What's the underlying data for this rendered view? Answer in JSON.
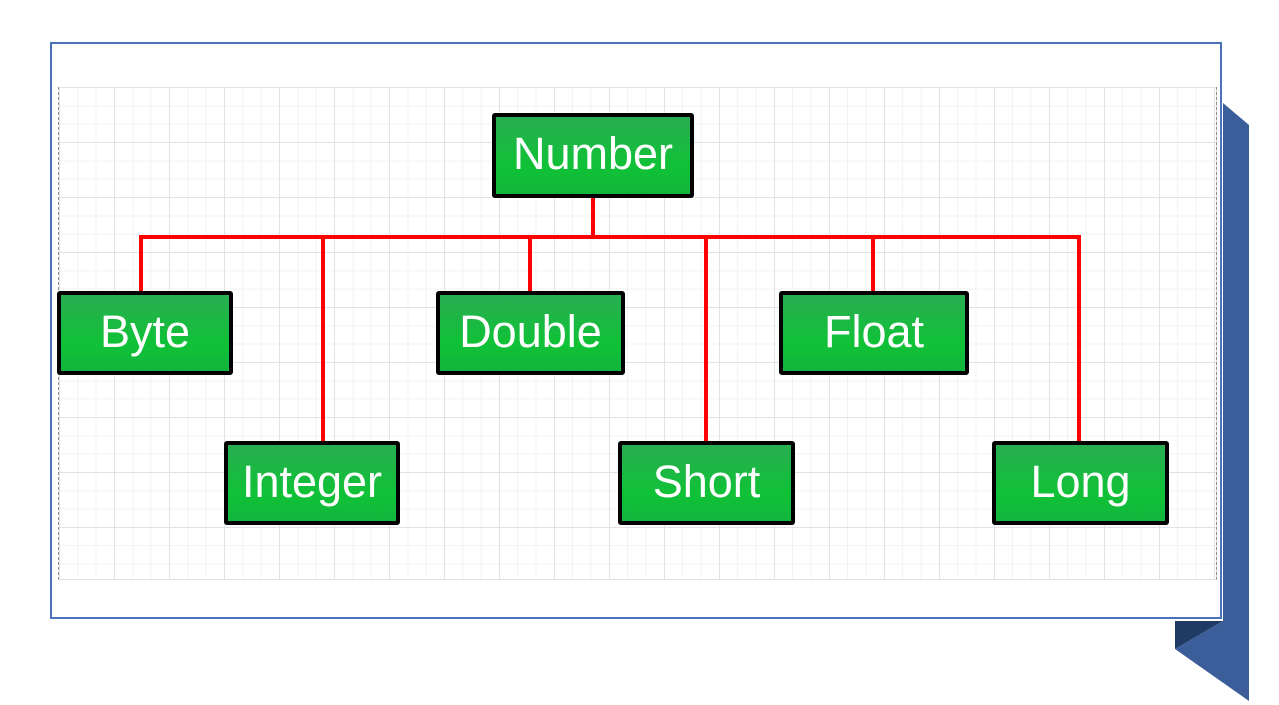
{
  "diagram": {
    "description": "Hierarchy tree of Number wrapper types drawn on a gridded drawing canvas inside a white slide with a blue ribbon bookmark on the right edge",
    "root": "Number",
    "nodes": [
      {
        "id": "number",
        "label": "Number"
      },
      {
        "id": "byte",
        "label": "Byte"
      },
      {
        "id": "double",
        "label": "Double"
      },
      {
        "id": "float",
        "label": "Float"
      },
      {
        "id": "integer",
        "label": "Integer"
      },
      {
        "id": "short",
        "label": "Short"
      },
      {
        "id": "long",
        "label": "Long"
      }
    ],
    "edges": [
      {
        "from": "number",
        "to": "byte"
      },
      {
        "from": "number",
        "to": "integer"
      },
      {
        "from": "number",
        "to": "double"
      },
      {
        "from": "number",
        "to": "short"
      },
      {
        "from": "number",
        "to": "float"
      },
      {
        "from": "number",
        "to": "long"
      }
    ],
    "colors": {
      "node_fill_green": "#14bb3a",
      "node_border": "#000000",
      "node_text": "#ffffff",
      "connector_red": "#fe0000",
      "grid_major_line": "#e2e2e2",
      "grid_minor_line": "#f3f3f3",
      "page_boundary_dash": "#8f8f8f",
      "panel_border_blue": "#4a72bd",
      "ribbon_blue": "#3b5d99",
      "ribbon_fold_navy": "#1f3a63",
      "background": "#ffffff"
    }
  }
}
